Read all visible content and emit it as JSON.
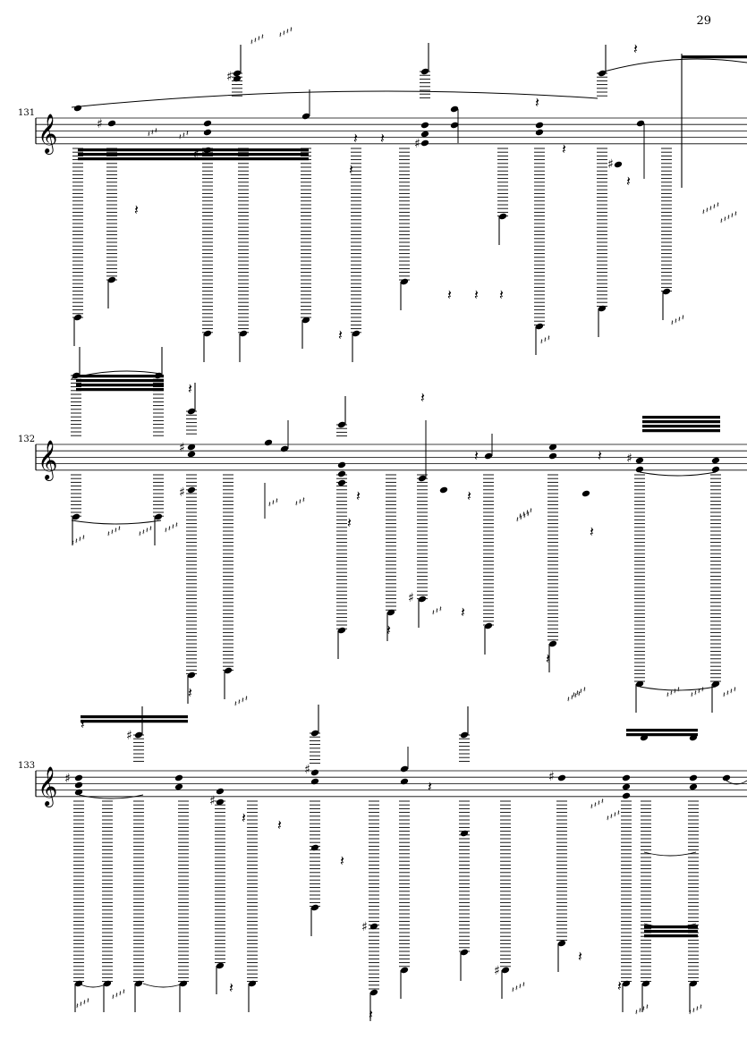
{
  "page": {
    "number": "29"
  },
  "systems": [
    {
      "measure": "131"
    },
    {
      "measure": "132"
    },
    {
      "measure": "133"
    }
  ],
  "colors": {
    "ink": "#000000",
    "paper": "#ffffff"
  }
}
